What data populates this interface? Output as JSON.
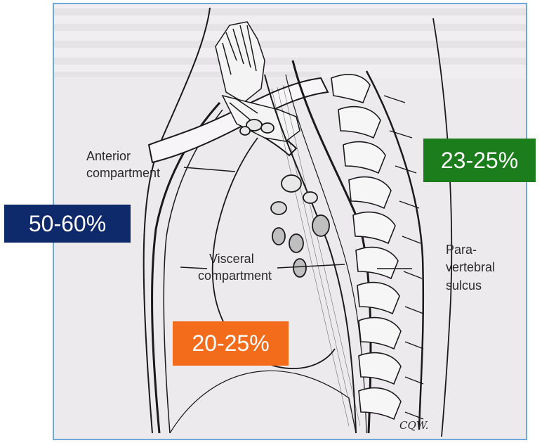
{
  "labels": {
    "anterior_line1": "Anterior",
    "anterior_line2": "compartment",
    "visceral_line1": "Visceral",
    "visceral_line2": "compartment",
    "para_line1": "Para-",
    "para_line2": "vertebral",
    "para_line3": "sulcus",
    "signature": "CQW."
  },
  "percentages": {
    "anterior": "50-60%",
    "visceral": "20-25%",
    "paravertebral": "23-25%"
  },
  "colors": {
    "anterior_box": "#0f2a6b",
    "visceral_box": "#f26c1c",
    "paravertebral_box": "#1b7d1b",
    "figure_border": "#6fa8dc",
    "figure_background": "#eceaed"
  }
}
